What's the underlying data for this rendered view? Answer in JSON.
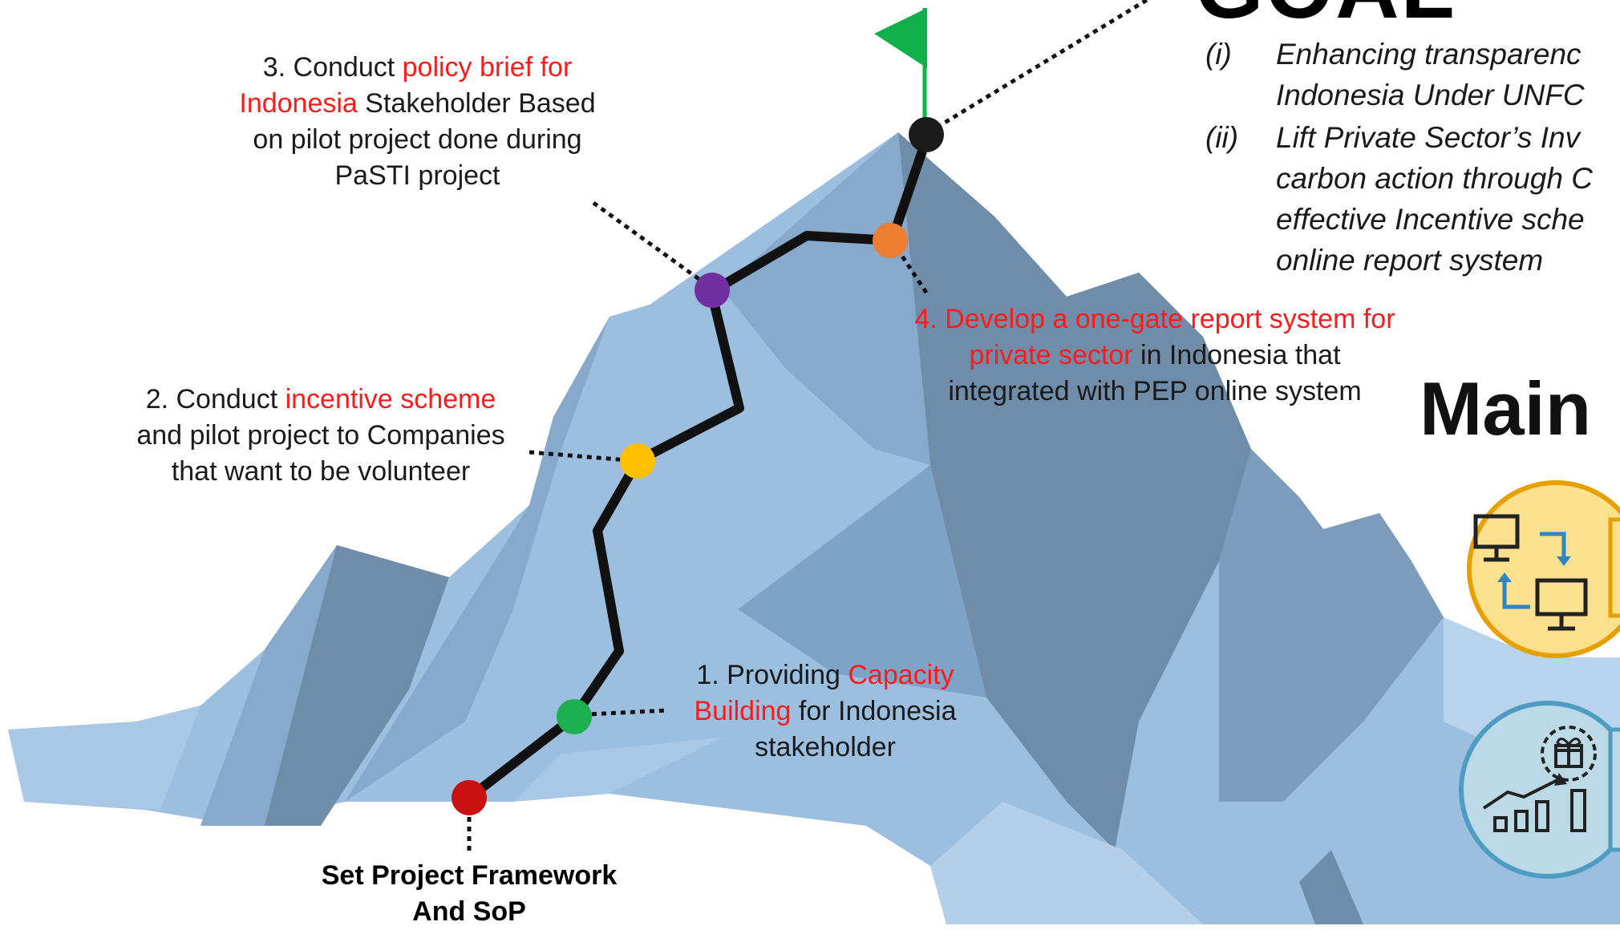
{
  "goal": {
    "title": "GOAL",
    "items": [
      {
        "num": "(i)",
        "lines": [
          "Enhancing transparenc",
          "Indonesia Under UNFC"
        ]
      },
      {
        "num": "(ii)",
        "lines": [
          "Lift Private Sector’s Inv",
          "carbon action through C",
          "effective Incentive sche",
          "online report system"
        ]
      }
    ]
  },
  "main": {
    "title": "Main"
  },
  "steps": {
    "step3": {
      "pre": "3. Conduct ",
      "red": "policy brief for Indonesia",
      "post": " Stakeholder Based on pilot project done during PaSTI project"
    },
    "step4": {
      "red": "4. Develop a one-gate report system for private sector",
      "post": " in Indonesia that integrated with PEP online system"
    },
    "step2": {
      "pre": "2. Conduct ",
      "red": "incentive scheme",
      "post": " and pilot project to Companies that want to be volunteer"
    },
    "step1": {
      "pre": "1. Providing ",
      "red": "Capacity Building",
      "post": " for Indonesia stakeholder"
    },
    "start": {
      "line1": "Set Project Framework",
      "line2": "And SoP"
    }
  },
  "colors": {
    "mountain_light": "#9dbfdf",
    "mountain_mid": "#87a9cb",
    "mountain_dark": "#6f8ca8",
    "flag": "#12b04a",
    "dot_start": "#c81010",
    "dot_step1": "#1eb050",
    "dot_step2": "#ffc000",
    "dot_step3": "#7030a0",
    "dot_step4": "#ed7d31",
    "dot_peak": "#1a1a1a",
    "icon1_fill": "#fbe08e",
    "icon1_border": "#e8a000",
    "icon2_fill": "#bcd9e6",
    "icon2_border": "#4f9cc2"
  },
  "icons": [
    "flag-icon",
    "computers-transfer-icon",
    "incentive-growth-icon"
  ]
}
